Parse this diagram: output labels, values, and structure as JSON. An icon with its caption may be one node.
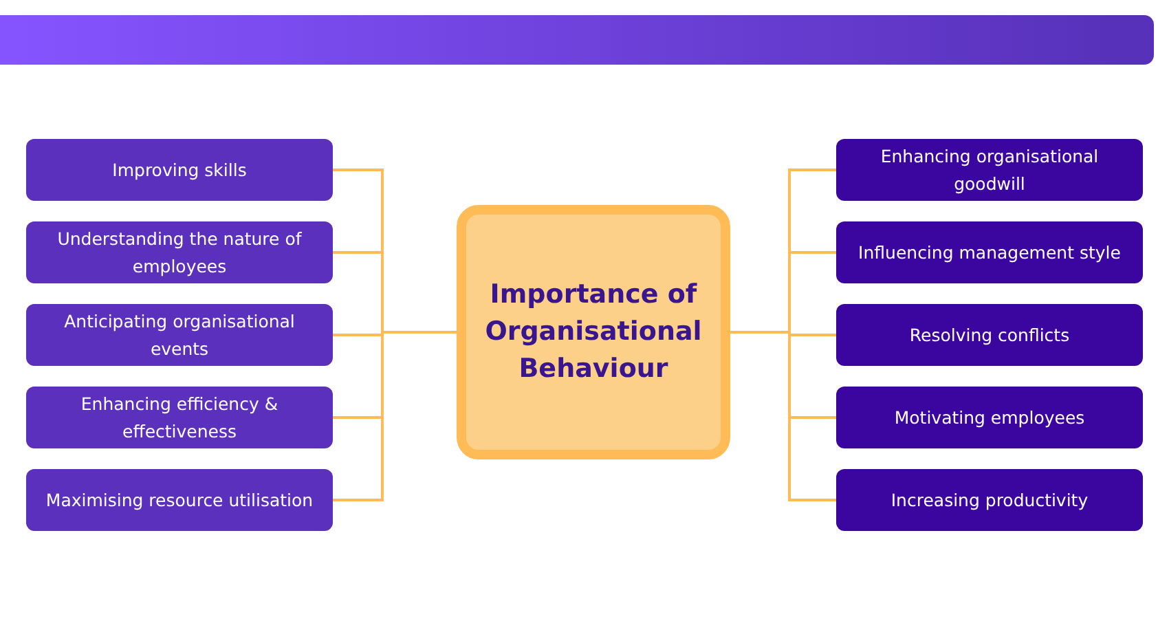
{
  "diagram": {
    "nodes": [
      {
        "text": [
          "Importance of Organisational Behaviour"
        ]
      },
      {
        "text": [
          "Improving skills"
        ]
      },
      {
        "text": [
          "Understanding the nature of employees"
        ]
      },
      {
        "text": [
          "Anticipating organisational events"
        ]
      },
      {
        "text": [
          "Enhancing efficiency & effectiveness"
        ]
      },
      {
        "text": [
          "Maximising resource utilisation"
        ]
      },
      {
        "text": [
          "Enhancing organisational goodwill"
        ]
      },
      {
        "text": [
          "Influencing management style"
        ]
      },
      {
        "text": [
          "Resolving conflicts"
        ]
      },
      {
        "text": [
          "Motivating employees"
        ]
      },
      {
        "text": [
          "Increasing productivity"
        ]
      }
    ],
    "edges": [
      {
        "from": 0,
        "to": 1,
        "arrow": "none"
      },
      {
        "from": 0,
        "to": 2,
        "arrow": "none"
      },
      {
        "from": 0,
        "to": 3,
        "arrow": "none"
      },
      {
        "from": 0,
        "to": 4,
        "arrow": "none"
      },
      {
        "from": 0,
        "to": 5,
        "arrow": "none"
      },
      {
        "from": 0,
        "to": 6,
        "arrow": "none"
      },
      {
        "from": 0,
        "to": 7,
        "arrow": "none"
      },
      {
        "from": 0,
        "to": 8,
        "arrow": "none"
      },
      {
        "from": 0,
        "to": 9,
        "arrow": "none"
      },
      {
        "from": 0,
        "to": 10,
        "arrow": "none"
      }
    ]
  }
}
